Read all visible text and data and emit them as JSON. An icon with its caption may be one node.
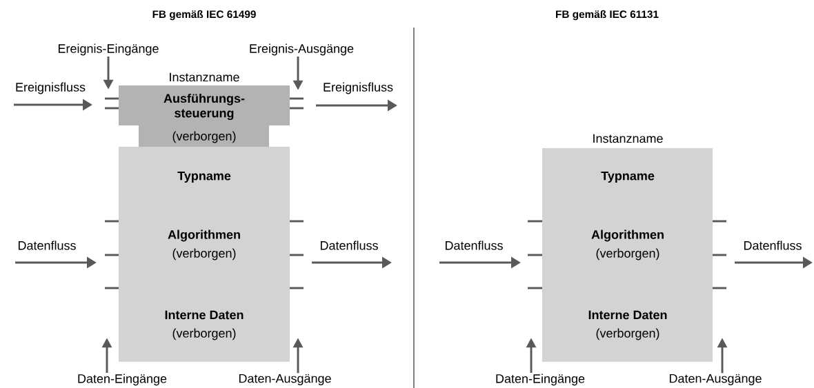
{
  "diagram": {
    "nodes": [
      {
        "text": [
          "Ereignis-Eingänge"
        ]
      },
      {
        "text": [
          "Ereignis-Ausgänge"
        ]
      },
      {
        "text": [
          "Instanzname",
          "Ausführungs- steuerung",
          "(verborgen)"
        ]
      },
      {
        "text": [
          "Typname",
          "Algorithmen",
          "(verborgen)",
          "Interne Daten",
          "(verborgen)"
        ]
      },
      {
        "text": [
          "Instanzname",
          "Typname",
          "Algorithmen",
          "(verborgen)",
          "Interne Daten",
          "(verborgen)"
        ]
      },
      {
        "text": [
          "Daten-Eingänge"
        ]
      },
      {
        "text": [
          "Daten-Ausgänge"
        ]
      },
      {
        "text": [
          "Daten-Eingänge"
        ]
      },
      {
        "text": [
          "Daten-Ausgänge"
        ]
      }
    ],
    "edges": [
      {
        "from": 0,
        "to": 2,
        "arrow": "to"
      },
      {
        "from": 1,
        "to": 2,
        "arrow": "to"
      },
      {
        "from": 5,
        "to": 3,
        "arrow": "to"
      },
      {
        "from": 6,
        "to": 3,
        "arrow": "to"
      },
      {
        "from": 7,
        "to": 4,
        "arrow": "to"
      },
      {
        "from": 8,
        "to": 4,
        "arrow": "to"
      }
    ],
    "labels": [
      "FB gemäß IEC 61499",
      "FB gemäß IEC 61131",
      "Ereignisfluss",
      "Ereignisfluss",
      "Datenfluss",
      "Datenfluss",
      "Datenfluss",
      "Datenfluss"
    ]
  }
}
